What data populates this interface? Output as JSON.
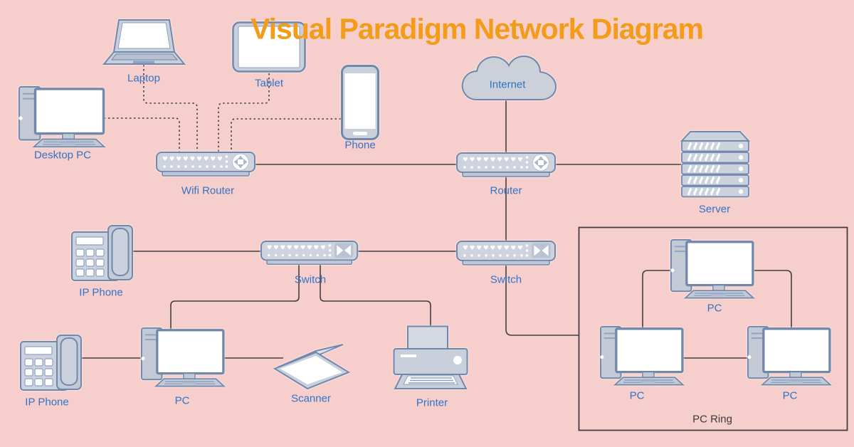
{
  "title": "Visual Paradigm Network Diagram",
  "colors": {
    "background": "#f6cfcc",
    "title": "#f39c1a",
    "node_label": "#3173c6",
    "group_label": "#3b393c",
    "device_fill": "#ccd2dd",
    "device_stroke": "#7288ab",
    "connector": "#433d40"
  },
  "nodes": {
    "laptop": {
      "label": "Laptop",
      "type": "laptop"
    },
    "tablet": {
      "label": "Tablet",
      "type": "tablet"
    },
    "phone": {
      "label": "Phone",
      "type": "smartphone"
    },
    "desktop_pc": {
      "label": "Desktop PC",
      "type": "desktop-computer"
    },
    "wifi_router": {
      "label": "Wifi Router",
      "type": "wifi-router"
    },
    "internet": {
      "label": "Internet",
      "type": "cloud"
    },
    "router": {
      "label": "Router",
      "type": "router"
    },
    "server": {
      "label": "Server",
      "type": "server-rack"
    },
    "ip_phone_1": {
      "label": "IP Phone",
      "type": "ip-phone"
    },
    "switch_1": {
      "label": "Switch",
      "type": "switch"
    },
    "switch_2": {
      "label": "Switch",
      "type": "switch"
    },
    "ip_phone_2": {
      "label": "IP Phone",
      "type": "ip-phone"
    },
    "pc_1": {
      "label": "PC",
      "type": "desktop-computer"
    },
    "scanner": {
      "label": "Scanner",
      "type": "scanner"
    },
    "printer": {
      "label": "Printer",
      "type": "printer"
    },
    "ring_pc_top": {
      "label": "PC",
      "type": "desktop-computer"
    },
    "ring_pc_left": {
      "label": "PC",
      "type": "desktop-computer"
    },
    "ring_pc_right": {
      "label": "PC",
      "type": "desktop-computer"
    }
  },
  "groups": {
    "pc_ring": {
      "label": "PC Ring"
    }
  },
  "connections": [
    {
      "from": "desktop_pc",
      "to": "wifi_router",
      "style": "dashed"
    },
    {
      "from": "laptop",
      "to": "wifi_router",
      "style": "dashed"
    },
    {
      "from": "tablet",
      "to": "wifi_router",
      "style": "dashed"
    },
    {
      "from": "phone",
      "to": "wifi_router",
      "style": "dashed"
    },
    {
      "from": "wifi_router",
      "to": "router",
      "style": "solid"
    },
    {
      "from": "internet",
      "to": "router",
      "style": "solid"
    },
    {
      "from": "router",
      "to": "server",
      "style": "solid"
    },
    {
      "from": "router",
      "to": "switch_2",
      "style": "solid"
    },
    {
      "from": "ip_phone_1",
      "to": "switch_1",
      "style": "solid"
    },
    {
      "from": "switch_1",
      "to": "switch_2",
      "style": "solid"
    },
    {
      "from": "switch_1",
      "to": "pc_1",
      "style": "solid"
    },
    {
      "from": "switch_1",
      "to": "printer",
      "style": "solid"
    },
    {
      "from": "ip_phone_2",
      "to": "pc_1",
      "style": "solid"
    },
    {
      "from": "pc_1",
      "to": "scanner",
      "style": "solid"
    },
    {
      "from": "switch_2",
      "to": "pc_ring",
      "style": "solid"
    },
    {
      "from": "ring_pc_top",
      "to": "ring_pc_left",
      "style": "solid"
    },
    {
      "from": "ring_pc_top",
      "to": "ring_pc_right",
      "style": "solid"
    },
    {
      "from": "ring_pc_left",
      "to": "ring_pc_right",
      "style": "solid"
    }
  ]
}
